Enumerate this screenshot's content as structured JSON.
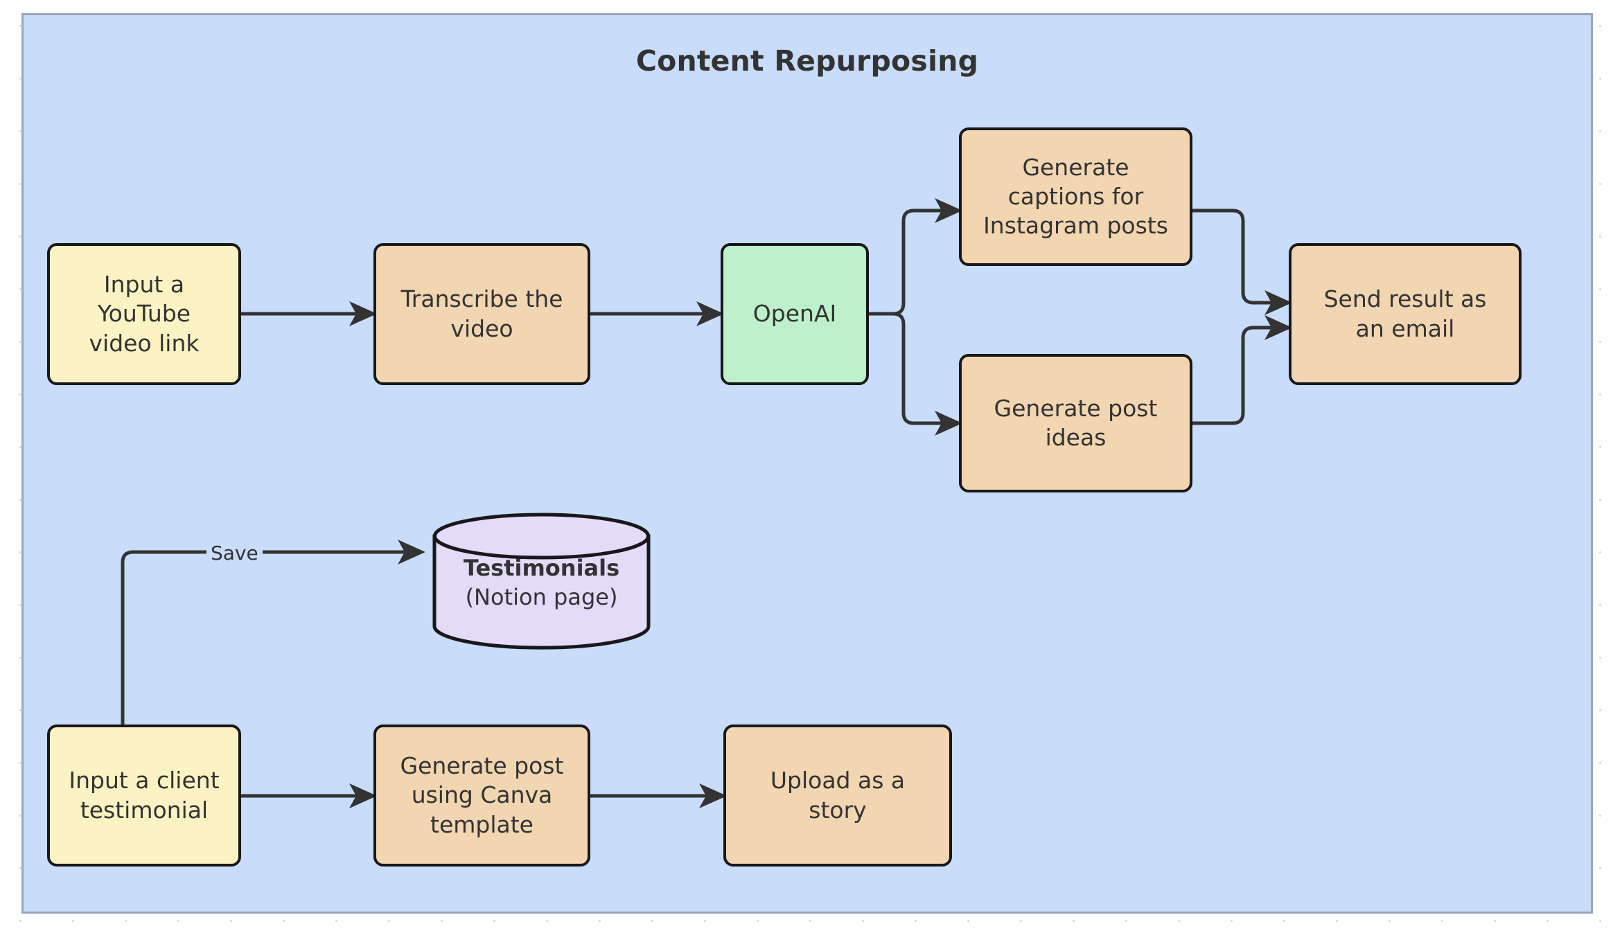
{
  "canvas": {
    "background_color": "#ffffff",
    "dot_color": "#d9d9dd"
  },
  "diagram": {
    "title": "Content Repurposing",
    "background_color": "#c9dcfa",
    "border_color": "#98a6be",
    "node_border_color": "#18181b",
    "edge_color": "#333333",
    "palette": {
      "yellow": "#fbf3c3",
      "orange": "#f2d5b1",
      "green": "#bdf0cb",
      "purple": "#e3dbf7"
    },
    "nodes": [
      {
        "id": "input-youtube",
        "label": "Input a YouTube\nvideo link",
        "shape": "rounded-rect",
        "color": "yellow"
      },
      {
        "id": "transcribe-video",
        "label": "Transcribe the\nvideo",
        "shape": "rounded-rect",
        "color": "orange"
      },
      {
        "id": "openai",
        "label": "OpenAI",
        "shape": "rounded-rect",
        "color": "green"
      },
      {
        "id": "generate-captions",
        "label": "Generate\ncaptions for\nInstagram posts",
        "shape": "rounded-rect",
        "color": "orange"
      },
      {
        "id": "generate-post-ideas",
        "label": "Generate post\nideas",
        "shape": "rounded-rect",
        "color": "orange"
      },
      {
        "id": "send-email",
        "label": "Send result as\nan email",
        "shape": "rounded-rect",
        "color": "orange"
      },
      {
        "id": "testimonials-db",
        "label_title": "Testimonials",
        "label_sub": "(Notion page)",
        "shape": "cylinder",
        "color": "purple"
      },
      {
        "id": "input-testimonial",
        "label": "Input a client\ntestimonial",
        "shape": "rounded-rect",
        "color": "yellow"
      },
      {
        "id": "generate-canva-post",
        "label": "Generate post\nusing Canva\ntemplate",
        "shape": "rounded-rect",
        "color": "orange"
      },
      {
        "id": "upload-story",
        "label": "Upload as a\nstory",
        "shape": "rounded-rect",
        "color": "orange"
      }
    ],
    "edges": [
      {
        "from": "input-youtube",
        "to": "transcribe-video",
        "label": ""
      },
      {
        "from": "transcribe-video",
        "to": "openai",
        "label": ""
      },
      {
        "from": "openai",
        "to": "generate-captions",
        "label": ""
      },
      {
        "from": "openai",
        "to": "generate-post-ideas",
        "label": ""
      },
      {
        "from": "generate-captions",
        "to": "send-email",
        "label": ""
      },
      {
        "from": "generate-post-ideas",
        "to": "send-email",
        "label": ""
      },
      {
        "from": "input-testimonial",
        "to": "testimonials-db",
        "label": "Save"
      },
      {
        "from": "input-testimonial",
        "to": "generate-canva-post",
        "label": ""
      },
      {
        "from": "generate-canva-post",
        "to": "upload-story",
        "label": ""
      }
    ],
    "edge_labels": {
      "save": "Save"
    }
  }
}
